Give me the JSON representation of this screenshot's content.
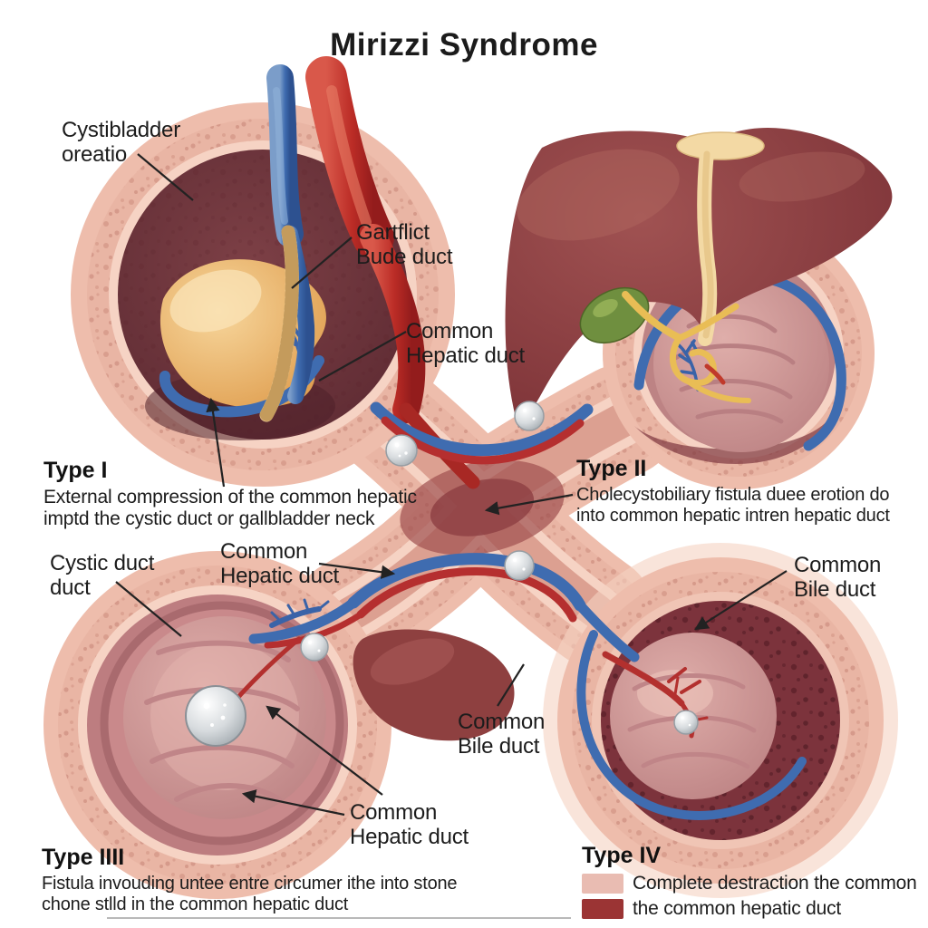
{
  "title": "Mirizzi Syndrome",
  "labels": {
    "gallbladder_wall": "Cystibladder oreatio",
    "obstructed_duct": "Gartflict Bude duct",
    "common_hepatic_top": "Common Hepatic duct",
    "cystic_duct": "Cystic duct duct",
    "common_hepatic_mid": "Common Hepatic duct",
    "common_bile_right": "Common Bile duct",
    "common_bile_center": "Common Bile duct",
    "common_hepatic_bottom": "Common Hepatic duct"
  },
  "sections": {
    "type1": {
      "heading": "Type I",
      "body": "External compression of the common hepatic imptd the cystic duct or gallbladder neck"
    },
    "type2": {
      "heading": "Type II",
      "body": "Cholecystobiliary fistula duee erotion do into common hepatic intren hepatic duct"
    },
    "type3": {
      "heading": "Type IIII",
      "body": "Fistula invouding untee entre circumer ithe into stone chone stlld in the common hepatic duct"
    },
    "type4": {
      "heading": "Type IV",
      "legend": [
        {
          "color": "#e9bcb2",
          "text": "Complete destraction the common"
        },
        {
          "color": "#9b3434",
          "text": "the common hepatic duct"
        }
      ]
    }
  },
  "colors": {
    "background": "#ffffff",
    "text": "#1b1b1b",
    "leader_line": "#222222",
    "tissue_wall_pink": "#eebdac",
    "tissue_inner_light": "#f6d3c4",
    "lumen_dark_maroon": "#6e343c",
    "liver_brown_red": "#8e4145",
    "falciform_ligament_cream": "#f3d9a4",
    "gallbladder_orange": "#edb36a",
    "gallbladder_green": "#6f8f3f",
    "vein_blue": "#3f6cb0",
    "artery_red": "#b52f2f",
    "bile_duct_yellow": "#e9bd55",
    "gallstone_grey": "#c7ccd1"
  }
}
